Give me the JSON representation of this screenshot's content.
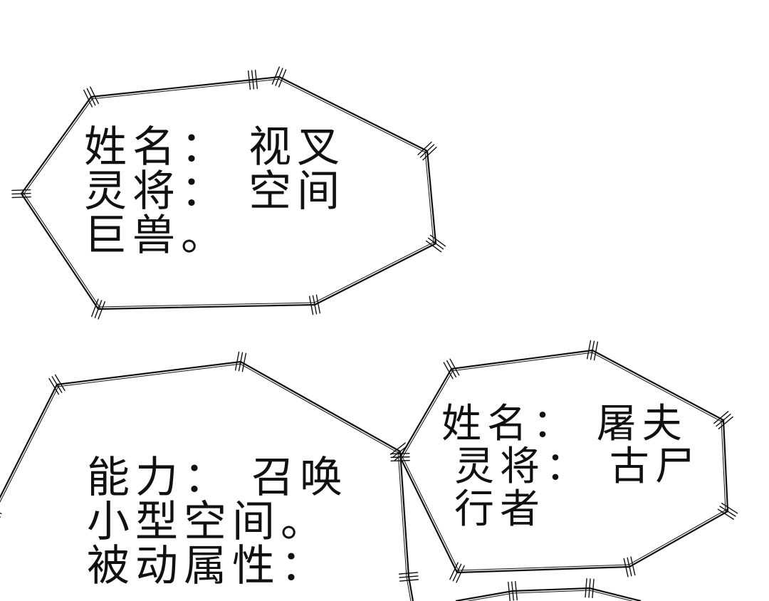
{
  "bubble_1": {
    "lines": [
      "姓名： 视叉",
      "灵将： 空间",
      "巨兽。"
    ]
  },
  "bubble_2": {
    "lines": [
      "能力： 召唤",
      "小型空间。",
      "被动属性："
    ]
  },
  "bubble_3": {
    "lines": [
      "姓名： 屠夫",
      "灵将： 古尸",
      "行者"
    ]
  },
  "colors": {
    "ink": "#111111",
    "background": "#ffffff"
  }
}
